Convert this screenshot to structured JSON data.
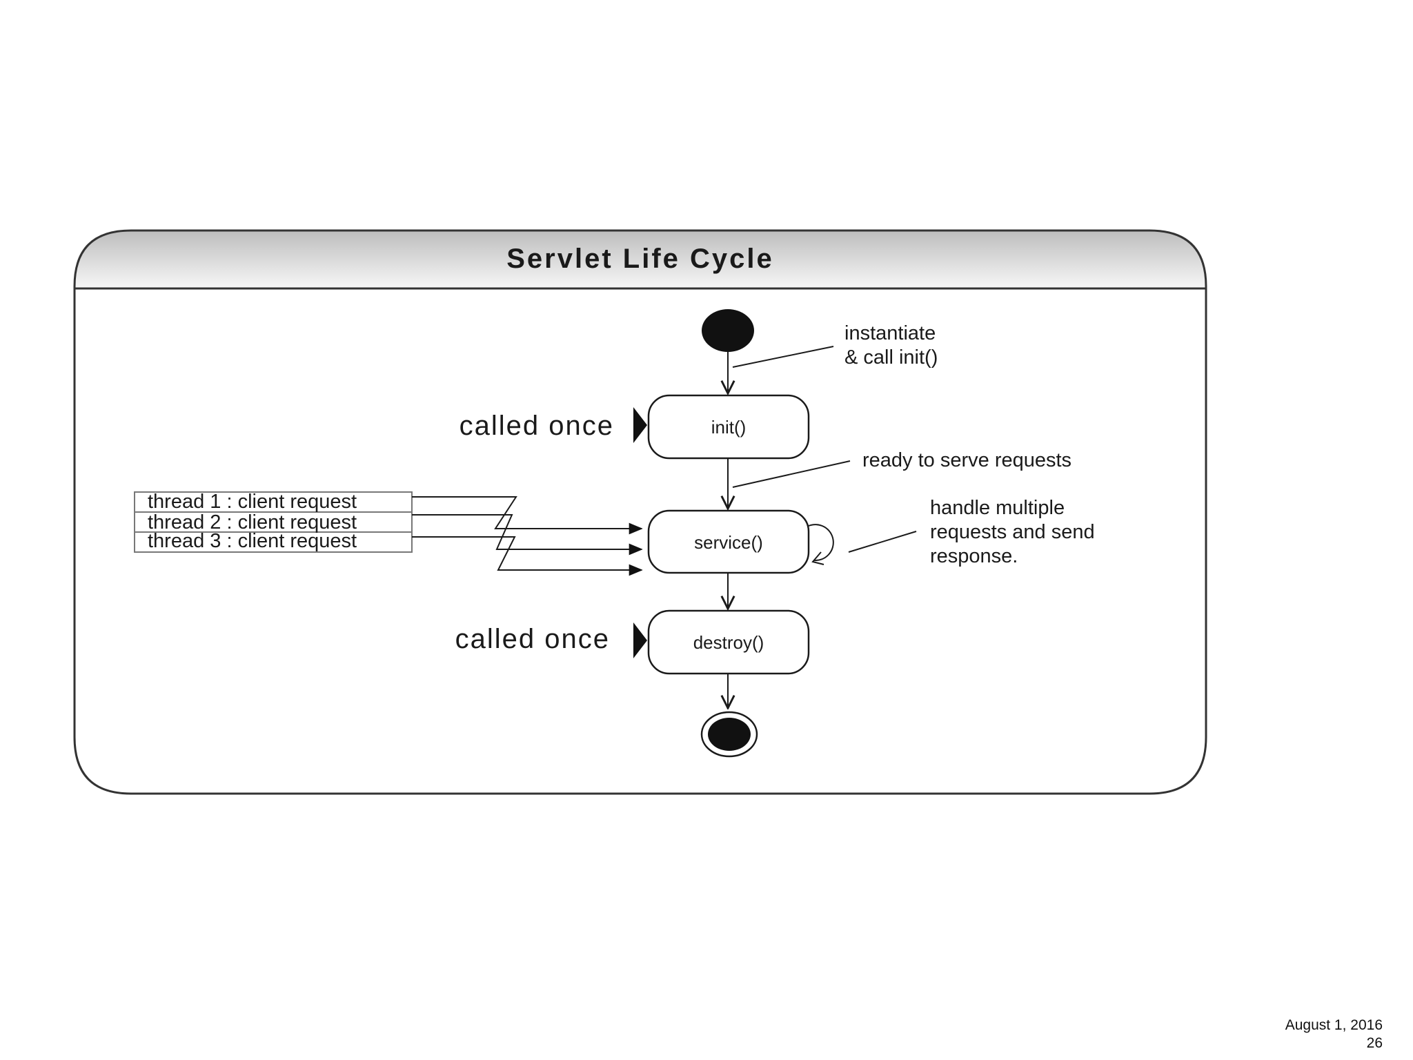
{
  "diagram": {
    "title": "Servlet Life Cycle",
    "states": {
      "init": "init()",
      "service": "service()",
      "destroy": "destroy()"
    },
    "side_labels": {
      "init": "called once",
      "destroy": "called once"
    },
    "annotations": {
      "instantiate": [
        "instantiate",
        "& call  init()"
      ],
      "ready": "ready to serve requests",
      "handle": [
        "handle multiple",
        "requests and send",
        "response."
      ]
    },
    "threads": [
      "thread 1 : client request",
      "thread 2 : client request",
      "thread 3 : client request"
    ]
  },
  "footer": {
    "date": "August 1, 2016",
    "page": "26"
  }
}
